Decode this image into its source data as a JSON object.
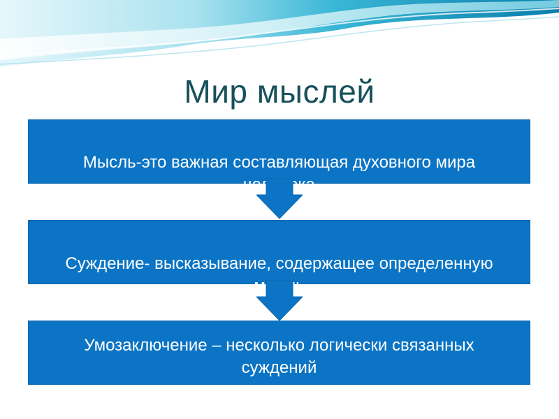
{
  "slide": {
    "title": "Мир мыслей"
  },
  "flow": {
    "steps": [
      {
        "text": "Мысль-это важная составляющая духовного мира человека"
      },
      {
        "text": "Суждение- высказывание, содержащее определенную мысль"
      },
      {
        "text": "Умозаключение – несколько логически связанных суждений"
      }
    ]
  },
  "colors": {
    "box_fill": "#0b74c4",
    "title_text": "#17505a",
    "box_text": "#ffffff",
    "wave_light": "#bfe9f2",
    "wave_mid": "#53c0d8",
    "wave_dark": "#0e8fb8"
  },
  "icons": {
    "connector": "down-arrow-icon"
  }
}
